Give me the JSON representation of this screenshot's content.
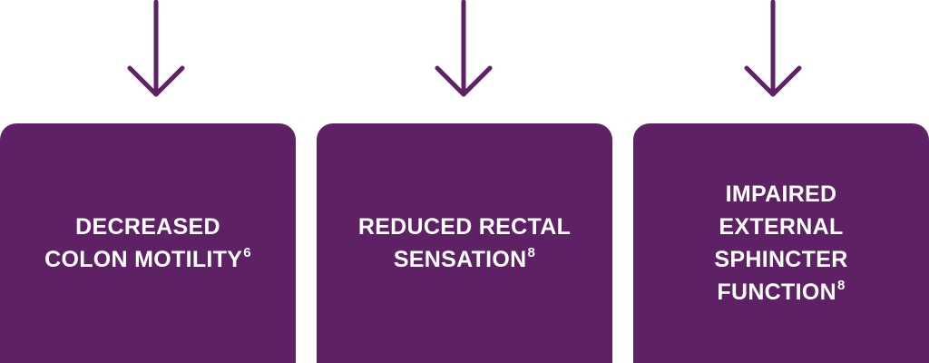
{
  "colors": {
    "purple": "#5e2166",
    "text": "#ffffff",
    "background": "#ffffff"
  },
  "arrow_icon": "arrow-down-icon",
  "boxes": [
    {
      "label": "DECREASED COLON MOTILITY",
      "ref": "6"
    },
    {
      "label": "REDUCED RECTAL SENSATION",
      "ref": "8"
    },
    {
      "label": "IMPAIRED EXTERNAL SPHINCTER FUNCTION",
      "ref": "8"
    }
  ]
}
